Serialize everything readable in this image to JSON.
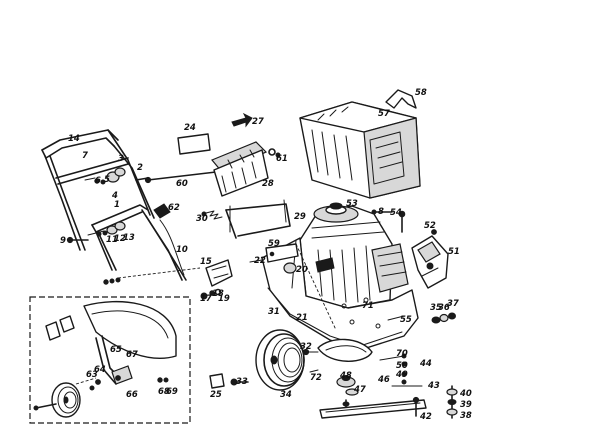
{
  "part_labels": [
    "14",
    "7",
    "3",
    "2",
    "60",
    "24",
    "27",
    "61",
    "28",
    "58",
    "57",
    "53",
    "6",
    "5",
    "4",
    "1",
    "8",
    "9",
    "54",
    "52",
    "29",
    "62",
    "30",
    "11",
    "12",
    "13",
    "10",
    "59",
    "51",
    "15",
    "22",
    "20",
    "21",
    "19",
    "18",
    "17",
    "31",
    "71",
    "55",
    "35",
    "36",
    "37",
    "65",
    "63",
    "64",
    "67",
    "66",
    "68",
    "69",
    "32",
    "70",
    "50",
    "49",
    "46",
    "44",
    "33",
    "25",
    "72",
    "48",
    "47",
    "34",
    "43",
    "40",
    "39",
    "38",
    "42"
  ]
}
